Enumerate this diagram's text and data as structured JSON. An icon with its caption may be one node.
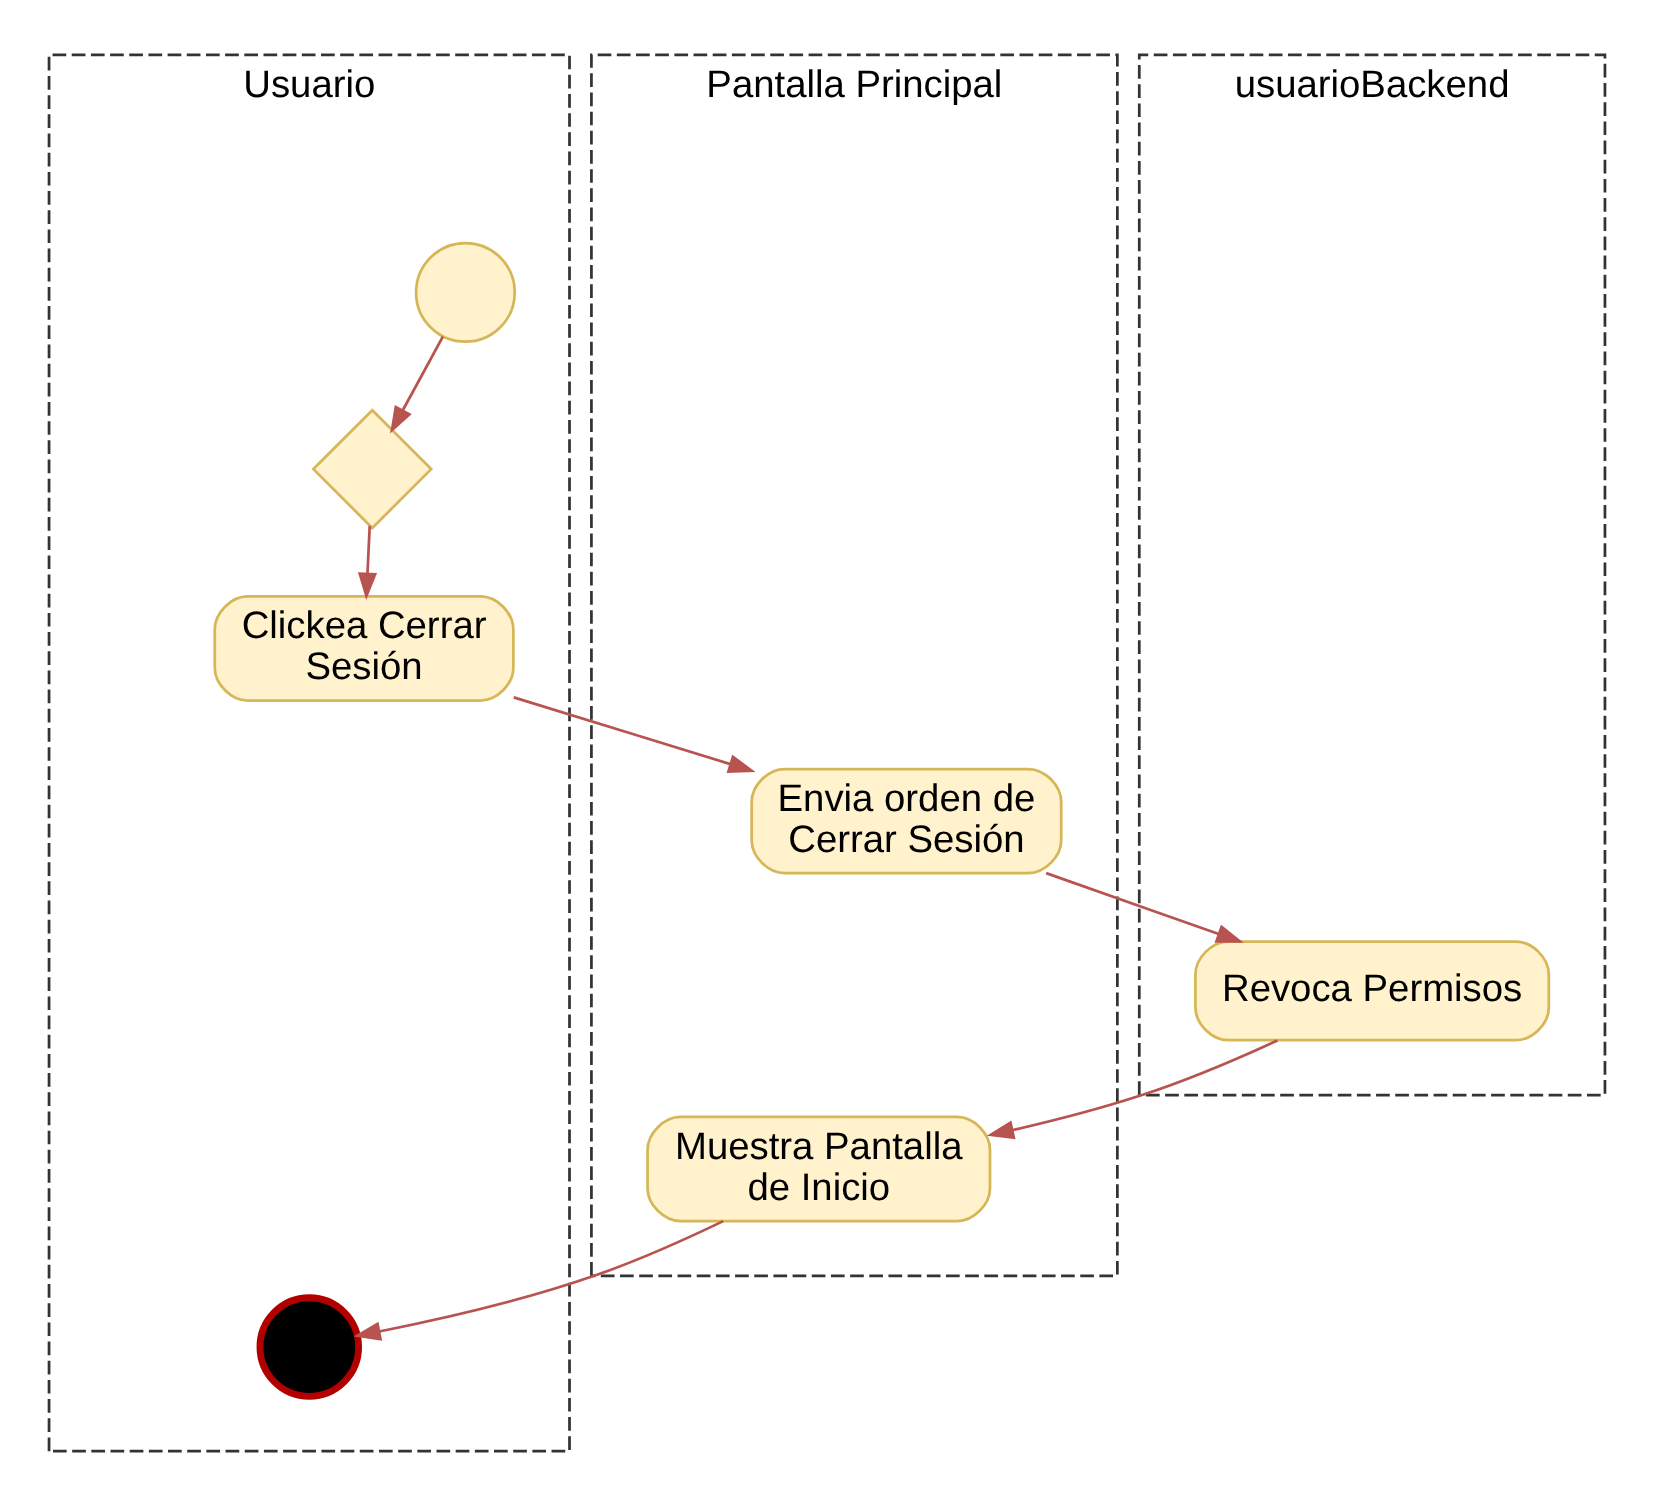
{
  "diagram": {
    "nodes": [
      {
        "text": [
          "Usuario"
        ]
      },
      {
        "text": [
          "Pantalla Principal"
        ]
      },
      {
        "text": [
          "usuarioBackend"
        ]
      },
      {
        "text": [],
        "shape": "circle",
        "in": 0
      },
      {
        "text": [],
        "shape": "diamond",
        "in": 0
      },
      {
        "text": [
          "Clickea Cerrar Sesión"
        ],
        "in": 0
      },
      {
        "text": [
          "Envia orden de Cerrar Sesión"
        ],
        "in": 1
      },
      {
        "text": [
          "Revoca Permisos"
        ],
        "in": 2
      },
      {
        "text": [
          "Muestra Pantalla de Inicio"
        ],
        "in": 1
      },
      {
        "text": [],
        "shape": "circle",
        "in": 0
      }
    ],
    "edges": [
      {
        "from": 3,
        "to": 4,
        "arrow": "to"
      },
      {
        "from": 4,
        "to": 5,
        "arrow": "to"
      },
      {
        "from": 5,
        "to": 6,
        "arrow": "to"
      },
      {
        "from": 6,
        "to": 7,
        "arrow": "to"
      },
      {
        "from": 7,
        "to": 8,
        "arrow": "to"
      },
      {
        "from": 8,
        "to": 9,
        "arrow": "to"
      }
    ]
  }
}
